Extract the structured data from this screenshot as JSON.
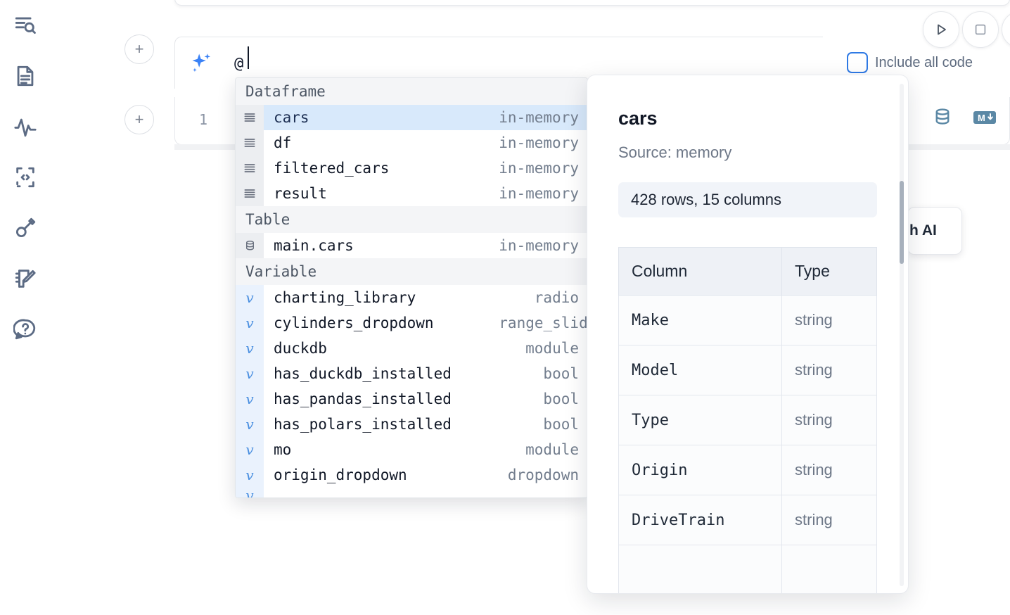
{
  "sidebar": {
    "items": [
      {
        "name": "explore-search-icon",
        "label": "Explore"
      },
      {
        "name": "document-icon",
        "label": "Notebook"
      },
      {
        "name": "activity-icon",
        "label": "Activity"
      },
      {
        "name": "code-snippet-icon",
        "label": "Snippets"
      },
      {
        "name": "key-icon",
        "label": "Secrets"
      },
      {
        "name": "scratchpad-icon",
        "label": "Scratchpad"
      },
      {
        "name": "help-chat-icon",
        "label": "Help"
      }
    ]
  },
  "toolbar": {
    "add_cell_label": "+",
    "run_label": "Run",
    "stop_label": "Stop",
    "include_all_code_label": "Include all code",
    "include_all_code_checked": false,
    "database_icon": "database-icon",
    "markdown_icon": "markdown-icon"
  },
  "ai_prompt": {
    "icon": "sparkle-icon",
    "value": "@",
    "placeholder": ""
  },
  "code_cell": {
    "line_number": "1",
    "content": ""
  },
  "ai_panel": {
    "label": "h AI"
  },
  "autocomplete": {
    "groups": [
      {
        "label": "Dataframe",
        "icon": "dataframe-icon",
        "items": [
          {
            "name": "cars",
            "kind": "in-memory",
            "selected": true
          },
          {
            "name": "df",
            "kind": "in-memory",
            "selected": false
          },
          {
            "name": "filtered_cars",
            "kind": "in-memory",
            "selected": false
          },
          {
            "name": "result",
            "kind": "in-memory",
            "selected": false
          }
        ]
      },
      {
        "label": "Table",
        "icon": "table-db-icon",
        "items": [
          {
            "name": "main.cars",
            "kind": "in-memory",
            "selected": false
          }
        ]
      },
      {
        "label": "Variable",
        "icon": "variable-icon",
        "items": [
          {
            "name": "charting_library",
            "kind": "radio",
            "selected": false
          },
          {
            "name": "cylinders_dropdown",
            "kind": "range_slider",
            "selected": false
          },
          {
            "name": "duckdb",
            "kind": "module",
            "selected": false
          },
          {
            "name": "has_duckdb_installed",
            "kind": "bool",
            "selected": false
          },
          {
            "name": "has_pandas_installed",
            "kind": "bool",
            "selected": false
          },
          {
            "name": "has_polars_installed",
            "kind": "bool",
            "selected": false
          },
          {
            "name": "mo",
            "kind": "module",
            "selected": false
          },
          {
            "name": "origin_dropdown",
            "kind": "dropdown",
            "selected": false
          }
        ]
      }
    ]
  },
  "detail": {
    "title": "cars",
    "source": "Source: memory",
    "shape": "428 rows, 15 columns",
    "columns_header": "Column",
    "type_header": "Type",
    "rows": [
      {
        "column": "Make",
        "type": "string"
      },
      {
        "column": "Model",
        "type": "string"
      },
      {
        "column": "Type",
        "type": "string"
      },
      {
        "column": "Origin",
        "type": "string"
      },
      {
        "column": "DriveTrain",
        "type": "string"
      }
    ]
  },
  "colors": {
    "accent_blue": "#2f7ae5",
    "selection_blue": "#d8e9fb",
    "icon_slate": "#5c6b84",
    "steel_blue": "#5b88a5"
  }
}
